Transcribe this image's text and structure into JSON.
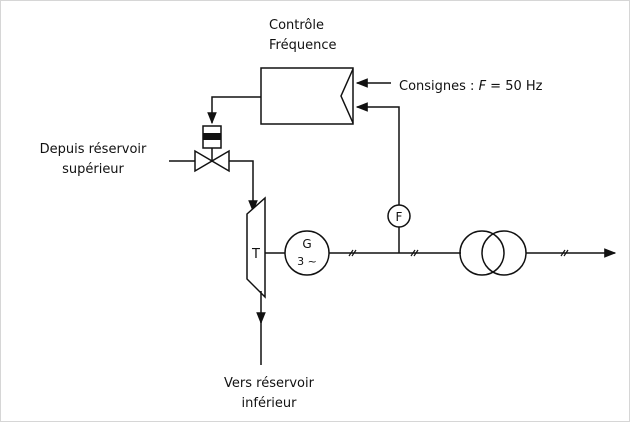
{
  "diagram": {
    "controller": {
      "line1": "Contrôle",
      "line2": "Fréquence"
    },
    "setpoint": {
      "prefix": "Consignes : ",
      "var": "F",
      "suffix": " = 50 Hz"
    },
    "source": {
      "line1": "Depuis réservoir",
      "line2": "supérieur"
    },
    "sink": {
      "line1": "Vers réservoir",
      "line2": "inférieur"
    },
    "turbine_label": "T",
    "generator": {
      "line1": "G",
      "line2": "3 ~"
    },
    "sensor_label": "F"
  }
}
